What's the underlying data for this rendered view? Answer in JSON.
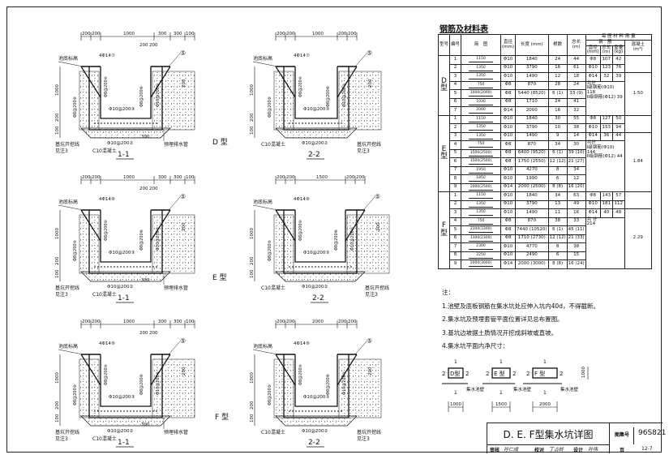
{
  "type_labels": [
    "D 型",
    "E 型",
    "F 型"
  ],
  "drawings": [
    {
      "title": "1-1",
      "top_dims": [
        "200",
        "200",
        "1000",
        "300",
        "300",
        "100"
      ],
      "top_dims2": [
        "200",
        "200"
      ],
      "left_dims": [
        "1000",
        "200",
        "100"
      ],
      "elevation": "池底标高",
      "top_bar": "4Φ14⑦",
      "bars": [
        "Φ10@200①",
        "Φ8@200④",
        "Φ10@200③",
        "Φ10@200②",
        "Φ8@200⑤",
        "Φ8@200⑥"
      ],
      "circle": "⑤",
      "base": "C10混凝土",
      "dig_line": "基坑开挖线",
      "dig_note": "见注3",
      "pipe": "预埋排水管",
      "bottom_dim": "300",
      "right_dim": "200"
    },
    {
      "title": "2-2",
      "top_dims": [
        "200",
        "200",
        "1000",
        "200",
        "200"
      ],
      "top_dims2": [],
      "left_dims": [
        "1000",
        "200",
        "100"
      ],
      "elevation": "池底标高",
      "top_bar": "4Φ14⑦",
      "bars": [
        "Φ10@200①",
        "Φ8@200④",
        "Φ10@200③",
        "Φ10@200②",
        "Φ8@200⑤",
        "Φ8@200⑥"
      ],
      "circle": "⑤",
      "base": "C10混凝土",
      "dig_line": "基坑开挖线",
      "dig_note": "见注3",
      "pipe": "",
      "bottom_dim": "",
      "right_dim": "200"
    },
    {
      "title": "1-1",
      "top_dims": [
        "200",
        "200",
        "1000",
        "300",
        "300",
        "100"
      ],
      "top_dims2": [
        "200",
        "200"
      ],
      "left_dims": [
        "1000",
        "200",
        "100"
      ],
      "elevation": "池底标高",
      "top_bar": "4Φ14⑨",
      "bars": [
        "Φ10@200①",
        "Φ8@200④",
        "Φ10@200③",
        "Φ10@200②",
        "Φ8@200⑤",
        "Φ8@200⑥"
      ],
      "circle": "⑤",
      "base": "C10混凝土",
      "dig_line": "基坑开挖线",
      "dig_note": "见注3",
      "pipe": "预埋排水管",
      "bottom_dim": "300",
      "right_dim": "200"
    },
    {
      "title": "2-2",
      "top_dims": [
        "200",
        "200",
        "1500",
        "200",
        "200"
      ],
      "top_dims2": [],
      "left_dims": [
        "1000",
        "200",
        "100"
      ],
      "elevation": "池底标高",
      "top_bar": "4Φ14⑨",
      "bars": [
        "Φ10@200①",
        "Φ8@200④",
        "Φ10@200③",
        "Φ10@200②",
        "Φ8@200⑤",
        "Φ8@200⑥"
      ],
      "circle": "⑤",
      "base": "C10混凝土",
      "dig_line": "基坑开挖线",
      "dig_note": "见注3",
      "pipe": "",
      "bottom_dim": "",
      "right_dim": "200"
    },
    {
      "title": "1-1",
      "top_dims": [
        "200",
        "200",
        "1000",
        "300",
        "300",
        "100"
      ],
      "top_dims2": [
        "200",
        "200"
      ],
      "left_dims": [
        "1000",
        "200",
        "100"
      ],
      "elevation": "池底标高",
      "top_bar": "4Φ14⑨",
      "bars": [
        "Φ10@200①",
        "Φ8@200④",
        "Φ10@200③",
        "Φ10@200②",
        "Φ8@200⑤",
        "Φ8@200⑥"
      ],
      "circle": "⑤",
      "base": "C10混凝土",
      "dig_line": "基坑开挖线",
      "dig_note": "见注3",
      "pipe": "预埋排水管",
      "bottom_dim": "300",
      "right_dim": "200"
    },
    {
      "title": "2-2",
      "top_dims": [
        "200",
        "200",
        "2000",
        "200",
        "200"
      ],
      "top_dims2": [],
      "left_dims": [
        "1000",
        "200",
        "100"
      ],
      "elevation": "池底标高",
      "top_bar": "4Φ14⑨",
      "bars": [
        "Φ10@200①",
        "Φ8@200④",
        "Φ10@200③",
        "Φ10@200②",
        "Φ8@200⑤",
        "Φ8@200⑥"
      ],
      "circle": "⑤",
      "base": "C10混凝土",
      "dig_line": "基坑开挖线",
      "dig_note": "见注3",
      "pipe": "",
      "bottom_dim": "",
      "right_dim": "200"
    }
  ],
  "table": {
    "title": "钢筋及材料表",
    "headers": {
      "type": "型号",
      "no": "编号",
      "sketch": "简　图",
      "dia": "直径 (mm)",
      "len": "长度 (mm)",
      "count": "根数",
      "total": "总长 (m)",
      "group": "每 座 材 料 用 量",
      "steel": "钢　筋",
      "concrete": "混凝土 (m³)",
      "s_dia": "直径 (mm)",
      "s_len": "总长 (m)",
      "s_wt": "重量 (kg)"
    },
    "groups": [
      {
        "type": "D 型",
        "concrete": "1.50",
        "rows": [
          {
            "no": "1",
            "sketch": "1150",
            "dia": "Φ10",
            "len": "1840",
            "count": "24",
            "total": "44"
          },
          {
            "no": "2",
            "sketch": "1350",
            "dia": "Φ10",
            "len": "3790",
            "count": "16",
            "total": "61"
          },
          {
            "no": "3",
            "sketch": "1350",
            "dia": "Φ10",
            "len": "1490",
            "count": "12",
            "total": "18"
          },
          {
            "no": "4",
            "sketch": "750",
            "dia": "Φ8",
            "len": "870",
            "count": "28",
            "total": "24"
          },
          {
            "no": "5",
            "sketch": "1000(2000)",
            "dia": "Φ8",
            "len": "5440 (8520)",
            "count": "6 (1)",
            "total": "33 (9)"
          },
          {
            "no": "6",
            "sketch": "1030",
            "dia": "Φ8",
            "len": "1710",
            "count": "24",
            "total": "41"
          },
          {
            "no": "7",
            "sketch": "2000",
            "dia": "Φ14",
            "len": "2000",
            "count": "16",
            "total": "32"
          }
        ],
        "steel": [
          [
            "Φ8",
            "107",
            "42"
          ],
          [
            "Φ10",
            "123",
            "76"
          ],
          [
            "Φ14",
            "32",
            "39"
          ]
        ],
        "sum": [
          "共计",
          "I级钢筋(Φ10) 118",
          "II级钢筋(Φ12) 39"
        ]
      },
      {
        "type": "E 型",
        "concrete": "1.84",
        "rows": [
          {
            "no": "1",
            "sketch": "1150",
            "dia": "Φ10",
            "len": "1840",
            "count": "30",
            "total": "55"
          },
          {
            "no": "2",
            "sketch": "1350",
            "dia": "Φ10",
            "len": "3790",
            "count": "10",
            "total": "38"
          },
          {
            "no": "3",
            "sketch": "1350",
            "dia": "Φ10",
            "len": "1490",
            "count": "9",
            "total": "14"
          },
          {
            "no": "4",
            "sketch": "750",
            "dia": "Φ8",
            "len": "870",
            "count": "34",
            "total": "30"
          },
          {
            "no": "5",
            "sketch": "1500(2500)",
            "dia": "Φ8",
            "len": "6400 (9520)",
            "count": "6 (1)",
            "total": "39 (10)"
          },
          {
            "no": "6",
            "sketch": "1500(2500)",
            "dia": "Φ8",
            "len": "1750 (2550)",
            "count": "12 (12)",
            "total": "21 (27)"
          },
          {
            "no": "7",
            "sketch": "1950",
            "dia": "Φ10",
            "len": "4270",
            "count": "8",
            "total": "34"
          },
          {
            "no": "8",
            "sketch": "1850",
            "dia": "Φ10",
            "len": "1990",
            "count": "6",
            "total": "12"
          },
          {
            "no": "9",
            "sketch": "2000(2500)",
            "dia": "Φ14",
            "len": "2000 (2500)",
            "count": "8 (8)",
            "total": "16 (20)"
          }
        ],
        "steel": [
          [
            "Φ8",
            "127",
            "50"
          ],
          [
            "Φ10",
            "153",
            "94"
          ],
          [
            "Φ14",
            "36",
            "44"
          ]
        ],
        "sum": [
          "共计",
          "I级钢筋(Φ10) 144",
          "II级钢筋(Φ12) 44"
        ]
      },
      {
        "type": "F 型",
        "concrete": "2.29",
        "rows": [
          {
            "no": "1",
            "sketch": "1150",
            "dia": "Φ10",
            "len": "1840",
            "count": "34",
            "total": "63"
          },
          {
            "no": "2",
            "sketch": "1350",
            "dia": "Φ10",
            "len": "3790",
            "count": "13",
            "total": "49"
          },
          {
            "no": "3",
            "sketch": "1350",
            "dia": "Φ10",
            "len": "1490",
            "count": "11",
            "total": "16"
          },
          {
            "no": "4",
            "sketch": "750",
            "dia": "Φ8",
            "len": "870",
            "count": "38",
            "total": "33"
          },
          {
            "no": "5",
            "sketch": "2300(3300)",
            "dia": "Φ8",
            "len": "7440 (10520)",
            "count": "6 (1)",
            "total": "45 (11)"
          },
          {
            "no": "6",
            "sketch": "1300(2300)",
            "dia": "Φ8",
            "len": "1710 (2730)",
            "count": "12 (12)",
            "total": "21 (33)"
          },
          {
            "no": "7",
            "sketch": "2300",
            "dia": "Φ10",
            "len": "4770",
            "count": "8",
            "total": "38"
          },
          {
            "no": "8",
            "sketch": "2250",
            "dia": "Φ10",
            "len": "2490",
            "count": "6",
            "total": "15"
          },
          {
            "no": "9",
            "sketch": "2000(3000)",
            "dia": "Φ14",
            "len": "2000 (3000)",
            "count": "8 (8)",
            "total": "16 (24)"
          }
        ],
        "steel": [
          [
            "Φ8",
            "143",
            "57"
          ],
          [
            "Φ10",
            "181",
            "112"
          ],
          [
            "Φ14",
            "40",
            "48"
          ]
        ],
        "sum": [
          "共 计",
          "214",
          ""
        ]
      }
    ]
  },
  "notes": {
    "heading": "注：",
    "items": [
      "1.池壁及底板钢筋在集水坑处应伸入坑内40d，不得截断。",
      "2.集水坑及预埋套管平面位置详见总布置图。",
      "3.基坑边坡据土质情况开挖成斜坡或直坡。",
      "4.集水坑平面内净尺寸："
    ]
  },
  "plans": [
    {
      "label": "D型",
      "width": "1000",
      "sec1": "1",
      "sec2": "2",
      "wall": "集水池壁"
    },
    {
      "label": "E 型",
      "width": "1500",
      "sec1": "1",
      "sec2": "2",
      "wall": "集水池壁"
    },
    {
      "label": "F 型",
      "width": "2000",
      "sec1": "1",
      "sec2": "2",
      "wall": "集水池壁"
    }
  ],
  "plan_height": "1000",
  "title_block": {
    "title": "D. E. F型集水坑详图",
    "atlas_label": "图集号",
    "atlas_no": "96S821",
    "review_label": "审核",
    "review_sig": "孙仁成",
    "check_label": "校对",
    "check_sig": "丁占岭",
    "design_label": "设计",
    "design_sig": "孙伟",
    "page_label": "页",
    "page_no": "12-7"
  }
}
